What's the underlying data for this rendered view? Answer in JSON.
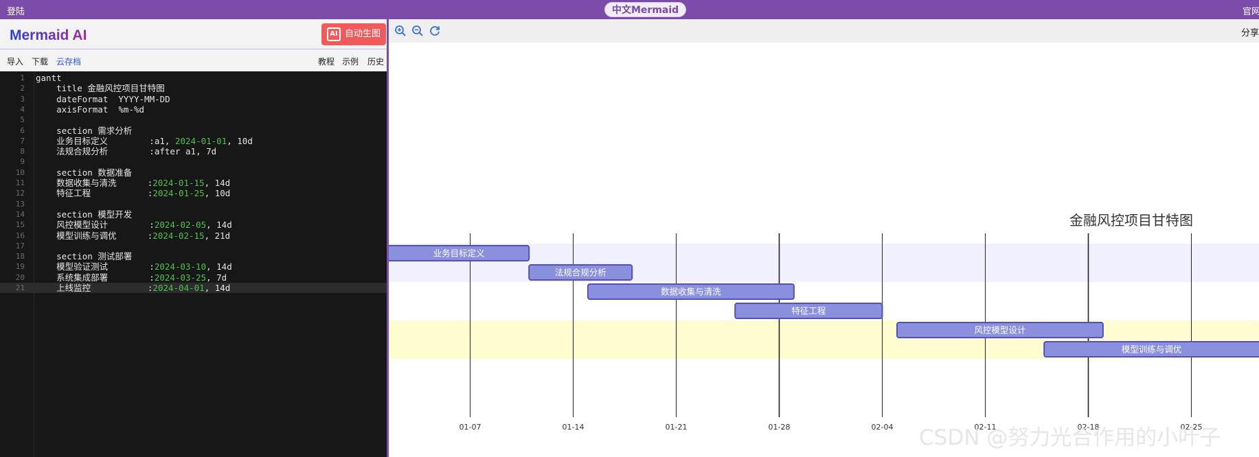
{
  "topbar": {
    "login": "登陆",
    "brand": "中文Mermaid",
    "site": "官网"
  },
  "left": {
    "logo": "Mermaid AI",
    "auto_button": "自动生图",
    "toolbar": {
      "import": "导入",
      "download": "下载",
      "cloud": "云存档",
      "tutorial": "教程",
      "examples": "示例",
      "history": "历史"
    }
  },
  "editor": {
    "lines": [
      "gantt",
      "    title 金融风控项目甘特图",
      "    dateFormat  YYYY-MM-DD",
      "    axisFormat  %m-%d",
      "",
      "    section 需求分析",
      "    业务目标定义        :a1, 2024-01-01, 10d",
      "    法规合规分析        :after a1, 7d",
      "",
      "    section 数据准备",
      "    数据收集与清洗      :2024-01-15, 14d",
      "    特征工程           :2024-01-25, 10d",
      "",
      "    section 模型开发",
      "    风控模型设计        :2024-02-05, 14d",
      "    模型训练与调优      :2024-02-15, 21d",
      "",
      "    section 测试部署",
      "    模型验证测试        :2024-03-10, 14d",
      "    系统集成部署        :2024-03-25, 7d",
      "    上线监控           :2024-04-01, 14d"
    ],
    "active_line": 21
  },
  "right": {
    "share": "分享"
  },
  "watermark": "CSDN @努力光合作用的小叶子",
  "chart_data": {
    "type": "gantt",
    "title": "金融风控项目甘特图",
    "x_ticks": [
      "01-07",
      "01-14",
      "01-21",
      "01-28",
      "02-04",
      "02-11",
      "02-18",
      "02-25"
    ],
    "tasks": [
      {
        "name": "业务目标定义",
        "section": "需求分析",
        "start": "2024-01-01",
        "duration_days": 10
      },
      {
        "name": "法规合规分析",
        "section": "需求分析",
        "start": "2024-01-11",
        "duration_days": 7
      },
      {
        "name": "数据收集与清洗",
        "section": "数据准备",
        "start": "2024-01-15",
        "duration_days": 14
      },
      {
        "name": "特征工程",
        "section": "数据准备",
        "start": "2024-01-25",
        "duration_days": 10
      },
      {
        "name": "风控模型设计",
        "section": "模型开发",
        "start": "2024-02-05",
        "duration_days": 14
      },
      {
        "name": "模型训练与调优",
        "section": "模型开发",
        "start": "2024-02-15",
        "duration_days": 21
      }
    ],
    "section_colors": {
      "需求分析": "#f0f0ff",
      "数据准备": "#ffffff",
      "模型开发": "#fffdd0"
    },
    "bar_color": "#8a90dd",
    "bar_stroke": "#534fbc"
  }
}
